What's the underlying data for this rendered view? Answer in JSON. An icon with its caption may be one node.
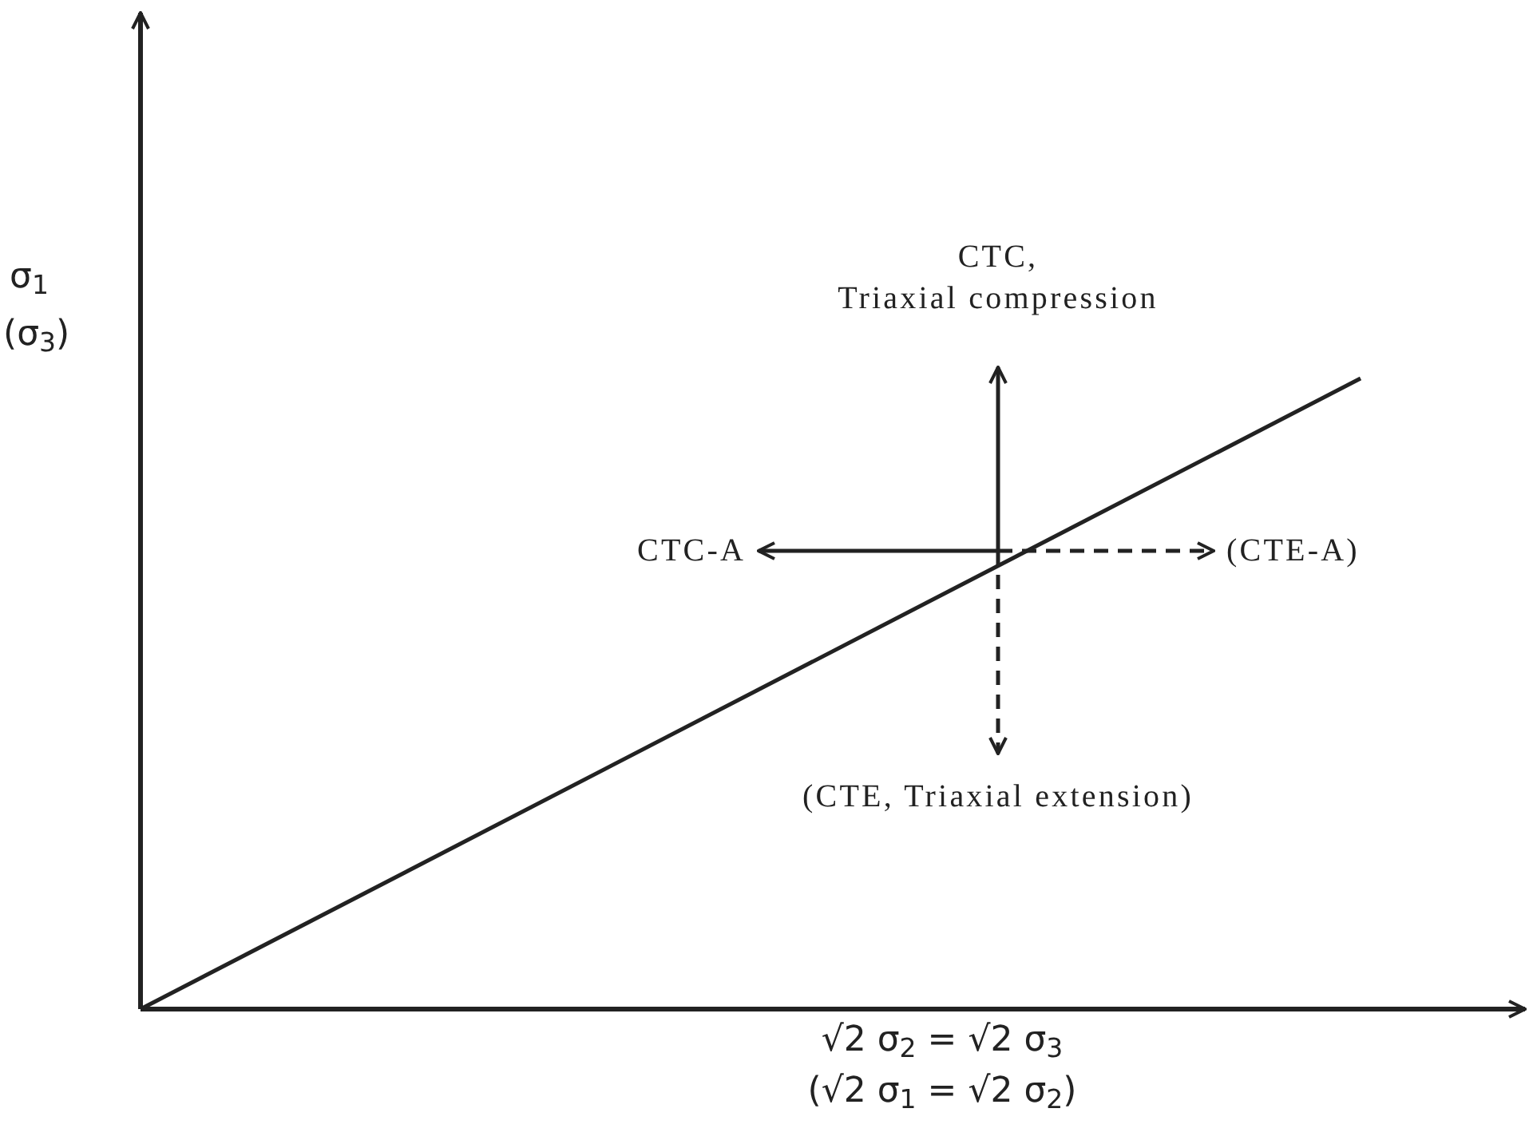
{
  "diagram": {
    "nodes": [
      {
        "text": [
          "CTC,",
          "Triaxial compression"
        ]
      },
      {
        "text": [
          "CTC-A"
        ]
      },
      {
        "text": [
          "(CTE-A)"
        ]
      },
      {
        "text": [
          "(CTE, Triaxial extension)"
        ]
      }
    ],
    "edges": [
      {
        "from": null,
        "to": 0,
        "arrow": "to"
      },
      {
        "from": null,
        "to": 1,
        "arrow": "to"
      },
      {
        "from": null,
        "to": 2,
        "arrow": "to",
        "style": "dashed"
      },
      {
        "from": null,
        "to": 3,
        "arrow": "to",
        "style": "dashed"
      }
    ],
    "labels": [
      "σ$_{1}$",
      "(σ$_{3}$)",
      "√2 σ$_{2}$ = √2 σ$_{3}$",
      "(√2 σ$_{1}$ = √2 σ$_{2}$)"
    ]
  }
}
